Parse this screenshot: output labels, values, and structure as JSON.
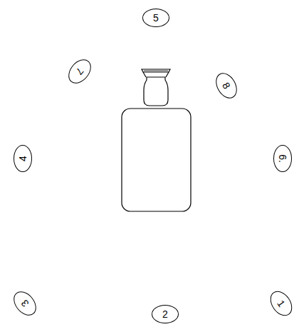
{
  "diagram": {
    "nodes": [
      {
        "text": [
          "5"
        ]
      },
      {
        "text": [
          "7"
        ]
      },
      {
        "text": [
          "8"
        ]
      },
      {
        "text": [
          "4"
        ]
      },
      {
        "text": [
          "6."
        ]
      },
      {
        "text": [
          "3"
        ]
      },
      {
        "text": [
          "2"
        ]
      },
      {
        "text": [
          "1"
        ]
      }
    ]
  }
}
